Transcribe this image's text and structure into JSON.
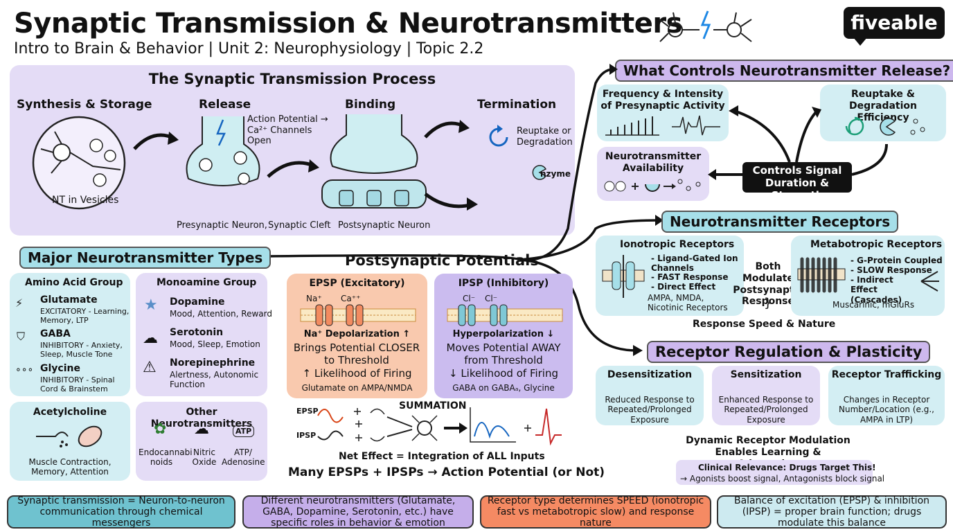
{
  "header": {
    "title": "Synaptic Transmission & Neurotransmitters",
    "subtitle": "Intro to Brain & Behavior | Unit 2: Neurophysiology | Topic 2.2",
    "logo_text": "fiveable"
  },
  "process": {
    "heading": "The Synaptic Transmission Process",
    "steps": {
      "synthesis": "Synthesis & Storage",
      "release": "Release",
      "binding": "Binding",
      "termination": "Termination"
    },
    "nt_in_vesicles": "NT in Vesicles",
    "action_potential_note": "Action Potential → Ca²⁺ Channels Open",
    "reuptake_note": "Reuptake or Degradation",
    "enzyme_label": "nzyme",
    "labels": {
      "presynaptic": "Presynaptic Neuron,",
      "cleft": "Synaptic Cleft",
      "postsynaptic": "Postsynaptic Neuron"
    }
  },
  "controls": {
    "heading": "What Controls Neurotransmitter Release?",
    "frequency": "Frequency & Intensity of Presynaptic Activity",
    "reuptake": "Reuptake & Degradation Efficiency",
    "availability": "Neurotransmitter Availability",
    "center": "Controls Signal Duration & Strength"
  },
  "receptors": {
    "heading": "Neurotransmitter Receptors",
    "ionotropic_title": "Ionotropic Receptors",
    "ionotropic_points": [
      "- Ligand-Gated Ion Channels",
      "- FAST Response",
      "- Direct Effect"
    ],
    "ionotropic_examples": "AMPA, NMDA, Nicotinic Receptors",
    "both": "Both Modulate Postsynaptic Response",
    "metabotropic_title": "Metabotropic Receptors",
    "metabotropic_points": [
      "- G-Protein Coupled",
      "- SLOW Response",
      "- Indirect Effect (Cascades)"
    ],
    "metabotropic_examples": "Muscarinic, mGluRs",
    "speed_nature": "Response Speed & Nature"
  },
  "regulation": {
    "heading": "Receptor Regulation & Plasticity",
    "desensitization_title": "Desensitization",
    "desensitization_text": "Reduced Response to Repeated/Prolonged Exposure",
    "sensitization_title": "Sensitization",
    "sensitization_text": "Enhanced Response to Repeated/Prolonged Exposure",
    "trafficking_title": "Receptor Trafficking",
    "trafficking_text": "Changes in Receptor Number/Location (e.g., AMPA in LTP)",
    "dynamic": "Dynamic Receptor Modulation Enables Learning & Adaptation",
    "clinical_title": "Clinical Relevance: Drugs Target This!",
    "clinical_text": "→ Agonists boost signal, Antagonists block signal"
  },
  "types": {
    "heading": "Major Neurotransmitter Types",
    "amino_title": "Amino Acid Group",
    "glutamate": "Glutamate",
    "glutamate_desc": "EXCITATORY - Learning, Memory, LTP",
    "gaba": "GABA",
    "gaba_desc": "INHIBITORY - Anxiety, Sleep, Muscle Tone",
    "glycine": "Glycine",
    "glycine_desc": "INHIBITORY - Spinal Cord & Brainstem",
    "monoamine_title": "Monoamine Group",
    "dopamine": "Dopamine",
    "dopamine_desc": "Mood, Attention, Reward",
    "serotonin": "Serotonin",
    "serotonin_desc": "Mood, Sleep, Emotion",
    "norepinephrine": "Norepinephrine",
    "norepinephrine_desc": "Alertness, Autonomic Function",
    "ach_title": "Acetylcholine",
    "ach_desc": "Muscle Contraction, Memory, Attention",
    "other_title": "Other Neurotransmitters",
    "endocannabinoids": "Endocannabi noids",
    "nitric_oxide": "Nitric Oxide",
    "atp": "ATP/ Adenosine",
    "atp_icon": "ATP"
  },
  "potentials": {
    "heading": "Postsynaptic Potentials",
    "epsp_title": "EPSP (Excitatory)",
    "epsp_ions": [
      "Na⁺",
      "Ca⁺⁺"
    ],
    "epsp_depol": "Na⁺ Depolarization ↑",
    "epsp_text": "Brings Potential CLOSER to Threshold",
    "epsp_fire": "↑ Likelihood of Firing",
    "epsp_example": "Glutamate on AMPA/NMDA",
    "ipsp_title": "IPSP (Inhibitory)",
    "ipsp_ions": [
      "Cl⁻",
      "Cl⁻"
    ],
    "ipsp_hyper": "Hyperpolarization ↓",
    "ipsp_text": "Moves Potential AWAY from Threshold",
    "ipsp_fire": "↓ Likelihood of Firing",
    "ipsp_example": "GABA on GABAₐ, Glycine",
    "summation": "SUMMATION",
    "epsp_label": "EPSP",
    "ipsp_label": "IPSP",
    "net_effect": "Net Effect = Integration of ALL Inputs",
    "many": "Many EPSPs + IPSPs → Action Potential (or Not)"
  },
  "bottom": [
    "Synaptic transmission = Neuron-to-neuron communication through chemical messengers",
    "Different neurotransmitters (Glutamate, GABA, Dopamine, Serotonin, etc.) have specific roles in behavior & emotion",
    "Receptor type determines SPEED (ionotropic fast vs metabotropic slow) and response nature",
    "Balance of excitation (EPSP) & inhibition (IPSP) = proper brain function; drugs modulate this balance"
  ],
  "colors": {
    "lavender": "#e4dcf6",
    "cyan": "#d3eef3",
    "epsp": "#f9c9ae",
    "ipsp": "#cbbcef",
    "bottom_cyan": "#6fc2cf",
    "bottom_lav": "#c5aeea",
    "bottom_orange": "#f58a63",
    "bottom_light": "#cdeaf0"
  }
}
